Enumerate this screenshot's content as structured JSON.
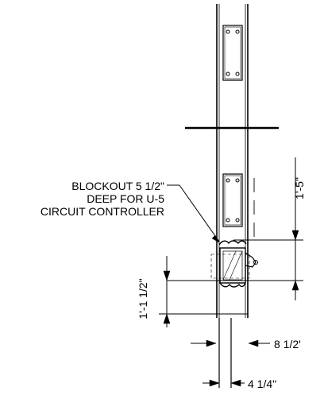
{
  "callout": {
    "line1": "BLOCKOUT 5 1/2\"",
    "line2": "DEEP FOR U-5",
    "line3": "CIRCUIT CONTROLLER"
  },
  "dimensions": {
    "upper_vertical": "1'-5\"",
    "lower_vertical": "1'-1 1/2\"",
    "width_outer": "8 1/2'",
    "width_inner": "4 1/4\""
  },
  "colors": {
    "line": "#000000",
    "background": "#ffffff"
  }
}
